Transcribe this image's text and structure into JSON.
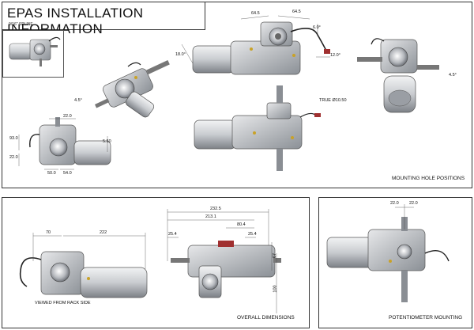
{
  "header": {
    "title": "EPAS INSTALLATION INFORMATION",
    "subtitle": "9/16\" SPLINE"
  },
  "panels": {
    "mounting": {
      "label": "MOUNTING HOLE POSITIONS"
    },
    "side": {
      "label": "VIEWED FROM RACK SIDE"
    },
    "overall": {
      "label": "OVERALL DIMENSIONS"
    },
    "pot": {
      "label": "POTENTIOMETER MOUNTING"
    }
  },
  "dimensions": {
    "top_left_width": "64.5",
    "top_right_width": "64.5",
    "right_angle": "6.0°",
    "left_angle": "18.0°",
    "bottom_angle": "12.0°",
    "iso_left_angle": "4.5°",
    "iso_right_angle": "4.5°",
    "true_dia": "TRUE Ø10.50",
    "front_top": "22.0",
    "front_left_upper": "93.0",
    "front_left_lower": "22.0",
    "front_right": "5.50",
    "front_bottom_a": "50.0",
    "front_bottom_b": "54.0",
    "side_a": "70",
    "side_b": "222",
    "overall_232": "232.5",
    "overall_213": "213.1",
    "overall_80": "80.4",
    "overall_25_left": "25.4",
    "overall_25_right": "25.4",
    "overall_67": "67",
    "overall_100": "100",
    "pot_left": "22.0",
    "pot_right": "22.0"
  },
  "colors": {
    "metal": "#c9ccd0",
    "metal_dark": "#8a8e94",
    "motor": "#d8dadd",
    "accent_yellow": "#c9a227",
    "cable": "#222222",
    "connector_red": "#a03030",
    "dim_line": "#444444"
  }
}
